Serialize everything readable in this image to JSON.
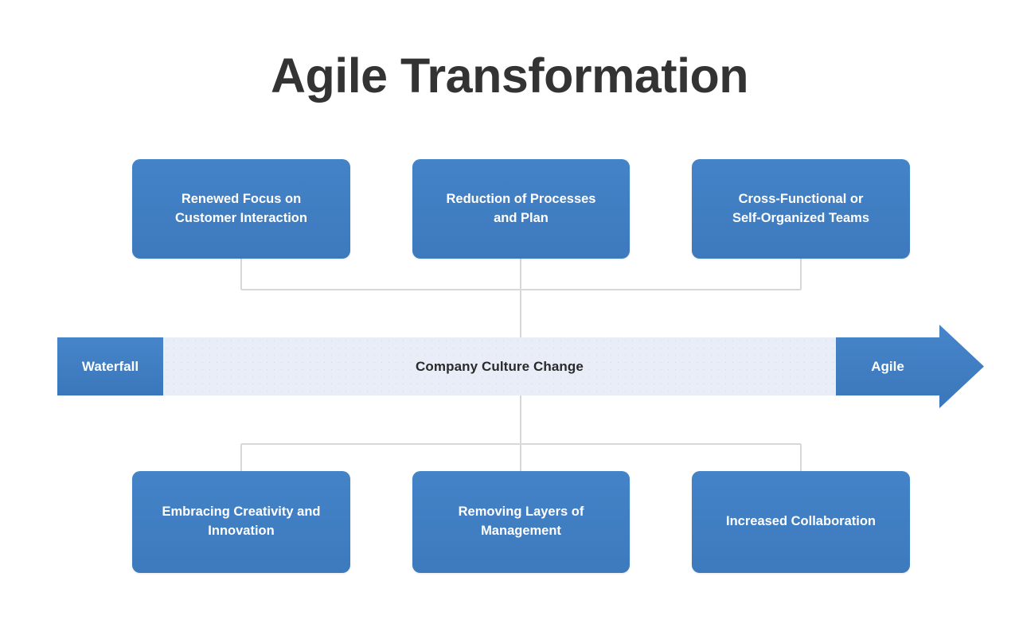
{
  "page": {
    "title": "Agile Transformation",
    "background_color": "#ffffff",
    "accent_color": "#3f7dc2",
    "band_color": "#e9edf7",
    "title_color": "#333333",
    "connector_color": "#d8d8d8"
  },
  "timeline": {
    "start_label": "Waterfall",
    "middle_label": "Company Culture Change",
    "end_label": "Agile"
  },
  "top_row": [
    {
      "label": "Renewed Focus on\nCustomer Interaction"
    },
    {
      "label": "Reduction of Processes\nand Plan"
    },
    {
      "label": "Cross-Functional or\nSelf-Organized Teams"
    }
  ],
  "bottom_row": [
    {
      "label": "Embracing Creativity and\nInnovation"
    },
    {
      "label": "Removing  Layers of\nManagement"
    },
    {
      "label": "Increased Collaboration"
    }
  ]
}
